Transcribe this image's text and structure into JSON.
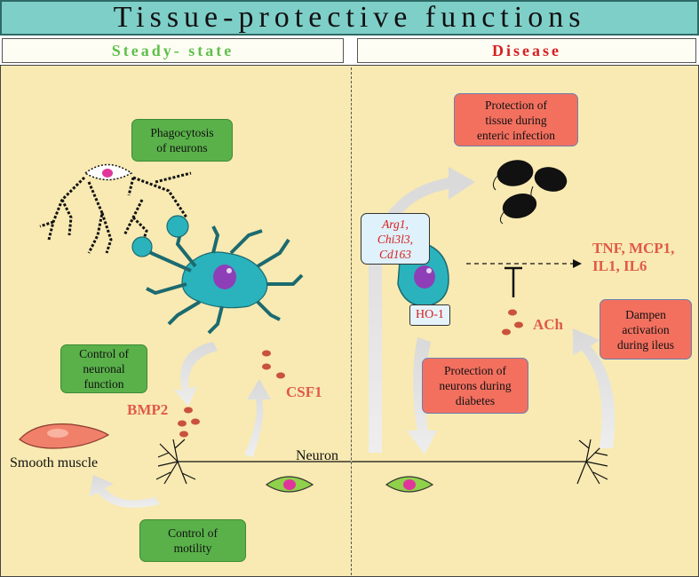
{
  "title": "Tissue-protective functions",
  "headers": {
    "left": "Steady- state",
    "right": "Disease"
  },
  "left_boxes": {
    "phagocytosis": "Phagocytosis\nof neurons",
    "neuronal": "Control of\nneuronal\nfunction",
    "motility": "Control of\nmotility"
  },
  "right_boxes": {
    "tissue": "Protection of\ntissue during\nenteric infection",
    "neurons": "Protection of\nneurons during\ndiabetes",
    "dampen": "Dampen\nactivation\nduring ileus"
  },
  "labels": {
    "bmp2": "BMP2",
    "csf1": "CSF1",
    "smooth_muscle": "Smooth muscle",
    "neuron": "Neuron",
    "ach": "ACh",
    "cytokines_line1": "TNF, MCP1,",
    "cytokines_line2": "IL1, IL6"
  },
  "genes": [
    "Arg1,",
    "Chi3l3,",
    "Cd163"
  ],
  "ho1": "HO-1",
  "colors": {
    "title_bg": "#7fcfc9",
    "panel_bg": "#f8eab2",
    "steady_state": "#5fbf4a",
    "disease": "#d62020",
    "green_box": "#5ab14a",
    "red_box": "#f3705f",
    "macrophage": "#2ab3bd",
    "nucleus": "#8e3fb8"
  }
}
